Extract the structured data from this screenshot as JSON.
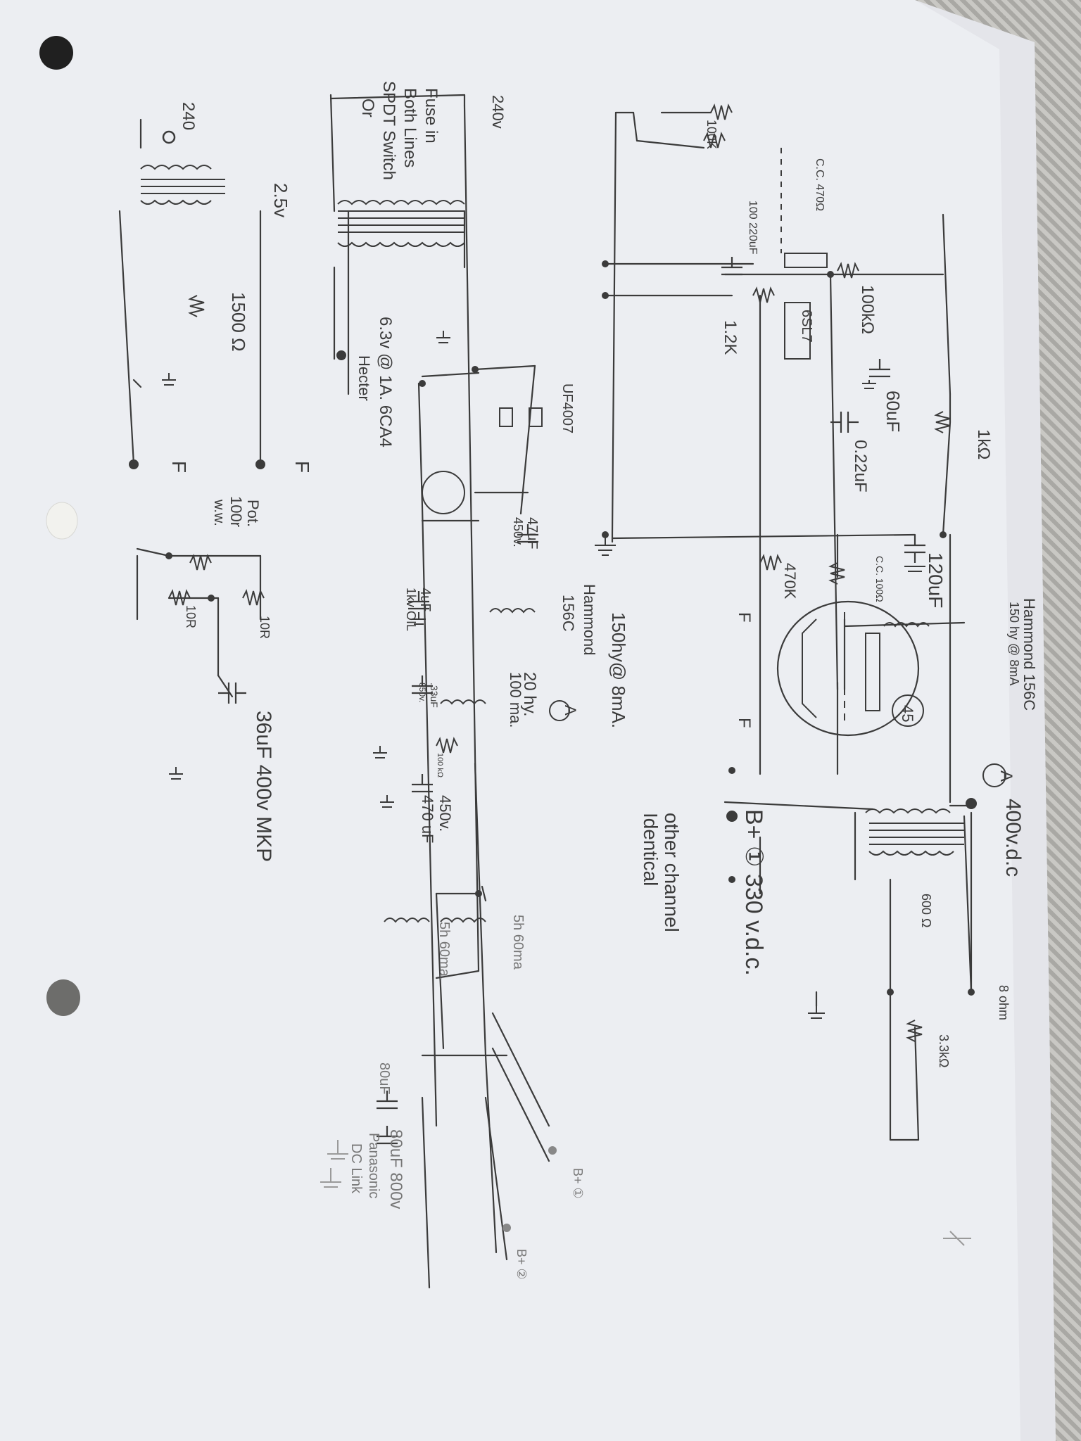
{
  "sheet": {
    "labels": {
      "hammond_top": "Hammond 156C",
      "hammond_top_spec": "150 hy @ 8mA",
      "a_node": "A",
      "a_node_voltage": "400v.d.c",
      "ohm8": "8 ohm",
      "tube_45": "45",
      "c_120": "120uF",
      "r_1k": "1kΩ",
      "c_60": "60uF",
      "c_022": "0.22uF",
      "r_100k_plate": "100kΩ",
      "cc_100": "C.C. 100Ω",
      "r_470k": "470K",
      "fil_1": "F",
      "fil_2": "F",
      "cc_470": "C.C. 470Ω",
      "r_100k_in": "100K",
      "c_100_220": "100 220uF",
      "tube_6sl7": "6SL7",
      "r_1_2k": "1.2K",
      "z600": "600 Ω",
      "r_3_3k": "3.3kΩ",
      "bplus1": "B+ ①  330 v.d.c.",
      "other_channel_1": "other channel",
      "other_channel_2": "Identical",
      "choke_150_1": "150hy@ 8mA.",
      "choke_150_2": "Hammond",
      "choke_150_3": "156C",
      "a_lower": "A",
      "uf4007": "UF4007",
      "c_47": "47uF",
      "c_47v": "450v.",
      "c_4": "4uF",
      "c_4v": "1kv OIL",
      "choke_20_1": "20 hy.",
      "choke_20_2": "100 ma.",
      "c_033_1": ".33uF",
      "c_033_2": "850v.",
      "r_100k_small": "100 kΩ",
      "c_470_1": "450v.",
      "c_470_2": "470 uF",
      "choke_5h_top": "5h 60ma",
      "choke_5h_bot": "5h 60ma.",
      "c_80_left": "80uF",
      "c_80_right": "80uF 800v",
      "panasonic_1": "Panasonic",
      "panasonic_2": "DC Link",
      "bplus_out1": "B+ ①",
      "bplus_out2": "B+ ②",
      "fuse_1": "Fuse in",
      "fuse_2": "Both Lines",
      "fuse_3": "SPDT Switch",
      "fuse_4": "Or",
      "mains_240": "240v",
      "heater_1": "6.3v @ 1A. 6CA4",
      "heater_2": "Hecter",
      "v25": "2.5v",
      "r_1500": "1500 Ω",
      "pot_1": "Pot.",
      "pot_2": "100r",
      "pot_3": "w.w.",
      "r_10_a": "10R",
      "r_10_b": "10R",
      "c_36": "36uF 400v MKP",
      "f_left": "F",
      "f_right": "F",
      "primary_240": "240"
    },
    "colors": {
      "paper": "#ecedf1",
      "ink": "#3b3b3b",
      "pencil": "#9a9a9a"
    }
  }
}
